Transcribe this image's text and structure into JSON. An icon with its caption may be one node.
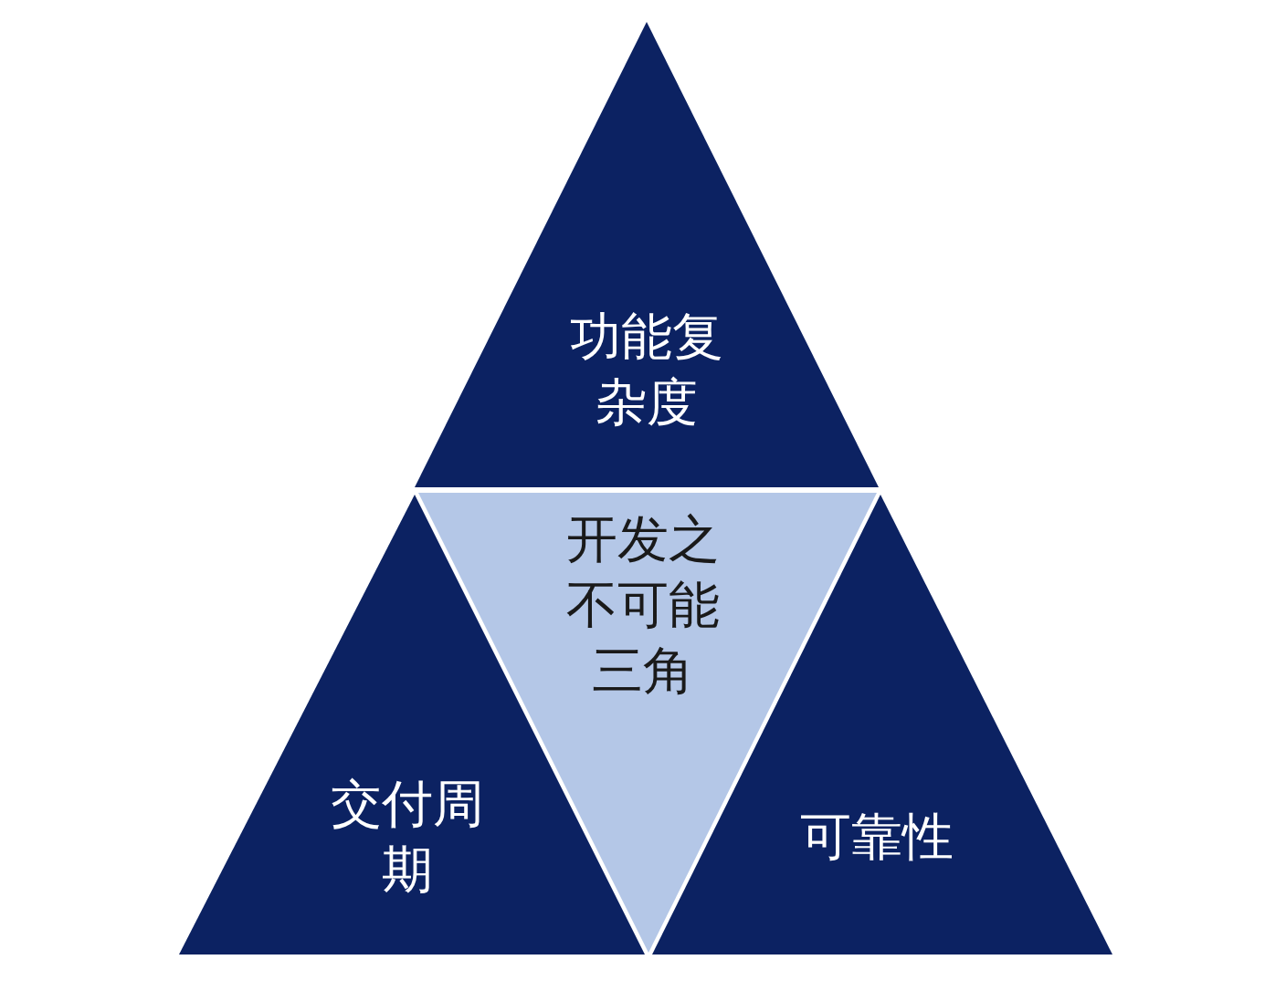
{
  "diagram": {
    "nodes": [
      {
        "text": [
          "功能复杂度"
        ]
      },
      {
        "text": [
          "开发之不可能三角"
        ]
      },
      {
        "text": [
          "交付周期"
        ]
      },
      {
        "text": [
          "可靠性"
        ]
      }
    ]
  }
}
